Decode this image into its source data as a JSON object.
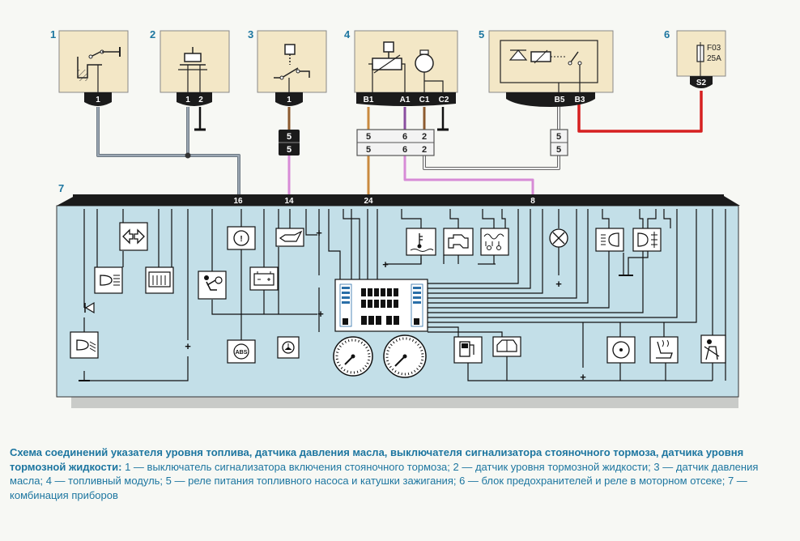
{
  "components": [
    {
      "num": "1",
      "pins": [
        "1"
      ]
    },
    {
      "num": "2",
      "pins": [
        "1",
        "2"
      ]
    },
    {
      "num": "3",
      "pins": [
        "1"
      ]
    },
    {
      "num": "4",
      "pins": [
        "B1",
        "A1",
        "C1",
        "C2"
      ]
    },
    {
      "num": "5",
      "pins": [
        "B5",
        "B3"
      ]
    },
    {
      "num": "6",
      "pins": [
        "S2"
      ],
      "fuse_id": "F03",
      "fuse_rating": "25A"
    }
  ],
  "connectors": {
    "c3": [
      "5",
      "5"
    ],
    "c4_top": [
      "5",
      "6",
      "2"
    ],
    "c4_bottom": [
      "5",
      "6",
      "2"
    ],
    "c5": [
      "5",
      "5"
    ]
  },
  "cluster": {
    "num": "7",
    "pins": [
      "16",
      "14",
      "24",
      "8"
    ],
    "abs_label": "ABS",
    "plus_sign": "+"
  },
  "caption": {
    "bold": "Схема соединений указателя уровня топлива, датчика давления масла, выключателя сигнализатора стояночного тормоза, датчика уровня тормозной жидкости:",
    "text": " 1 — выключатель сигнализатора включения стояночного тормоза; 2 — датчик уровня тормозной жидкости; 3 — датчик давления масла; 4 — топливный модуль; 5 — реле питания топливного насоса и катушки зажигания; 6 — блок предохранителей и реле в моторном отсеке; 7 — комбинация приборов"
  },
  "colors": {
    "component_fill": "#f3e7c6",
    "cluster_fill": "#c3dfe8",
    "black_band": "#1b1b1b",
    "gray_wire": "#9aa6b2",
    "pink_wire": "#d78bd6",
    "orange_wire": "#c98a3e",
    "brown_wire": "#8c5a2e",
    "violet_wire": "#8a4ea0",
    "red_wire": "#d62020",
    "white_wire": "#eeeeee",
    "number_blue": "#1d76a0"
  }
}
